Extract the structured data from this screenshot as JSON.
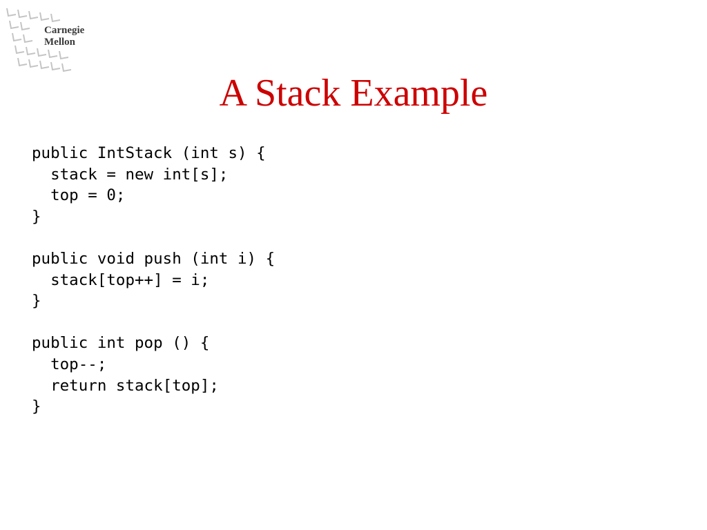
{
  "logo": {
    "line1": "Carnegie",
    "line2": "Mellon"
  },
  "slide": {
    "title": "A Stack Example",
    "code_lines": [
      "public IntStack (int s) {",
      "  stack = new int[s];",
      "  top = 0;",
      "}",
      "",
      "public void push (int i) {",
      "  stack[top++] = i;",
      "}",
      "",
      "public int pop () {",
      "  top--;",
      "  return stack[top];",
      "}"
    ]
  },
  "colors": {
    "title": "#cc0000",
    "code": "#000000",
    "logo_text": "#3a3a3a",
    "logo_pattern": "#c4c4c4"
  }
}
